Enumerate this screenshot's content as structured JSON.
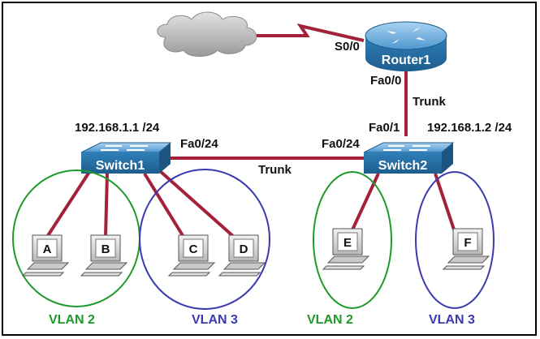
{
  "devices": {
    "router": "Router1",
    "switch1": "Switch1",
    "switch2": "Switch2"
  },
  "interfaces": {
    "router_serial": "S0/0",
    "router_fa": "Fa0/0",
    "sw1_fa": "Fa0/24",
    "sw2_fa24": "Fa0/24",
    "sw2_fa1": "Fa0/1"
  },
  "links": {
    "trunk_sw": "Trunk",
    "trunk_router": "Trunk"
  },
  "addresses": {
    "switch1": "192.168.1.1 /24",
    "switch2": "192.168.1.2 /24"
  },
  "pcs": [
    "A",
    "B",
    "C",
    "D",
    "E",
    "F"
  ],
  "vlans": {
    "sw1_green": "VLAN 2",
    "sw1_blue": "VLAN 3",
    "sw2_green": "VLAN 2",
    "sw2_blue": "VLAN 3"
  },
  "colors": {
    "link": "#a3223a",
    "vlan2": "#1e9a2a",
    "vlan3": "#3a3ab0",
    "device_blue": "#2f7fb8"
  }
}
